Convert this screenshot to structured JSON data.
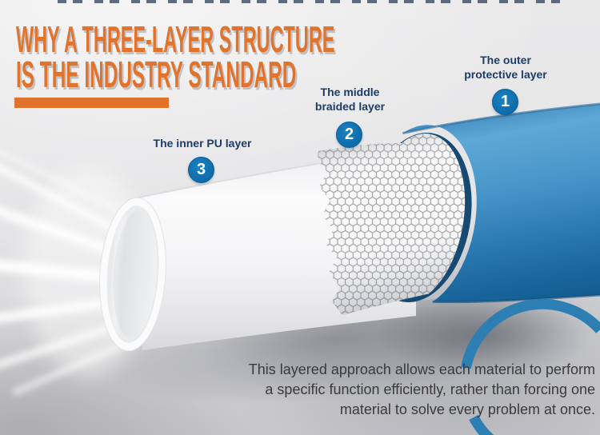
{
  "heading": {
    "line1": "WHY A THREE-LAYER STRUCTURE",
    "line2": "IS THE INDUSTRY STANDARD"
  },
  "labels": [
    {
      "line1": "The outer",
      "line2": "protective layer",
      "number": "1"
    },
    {
      "line1": "The middle",
      "line2": "braided layer",
      "number": "2"
    },
    {
      "line1": "The inner PU layer",
      "number": "3"
    }
  ],
  "footer": {
    "lines": [
      "This layered approach allows each material to perform",
      "a specific function efficiently, rather than forcing one",
      "material to solve every problem at once."
    ]
  },
  "colors": {
    "heading_orange": "#e0742c",
    "label_navy": "#1c3c69",
    "marker_blue": "#0d6aa8",
    "hose_outer_blue": "#3a87c0",
    "hose_rim_navy": "#174a72",
    "mesh_line_gray": "#a2a2a5",
    "inner_layer_white": "#f7f7f9",
    "ring_blue": "#2d7eb3",
    "background_gray": "#e5e5e7",
    "footer_text_gray": "#3a3a3c"
  }
}
